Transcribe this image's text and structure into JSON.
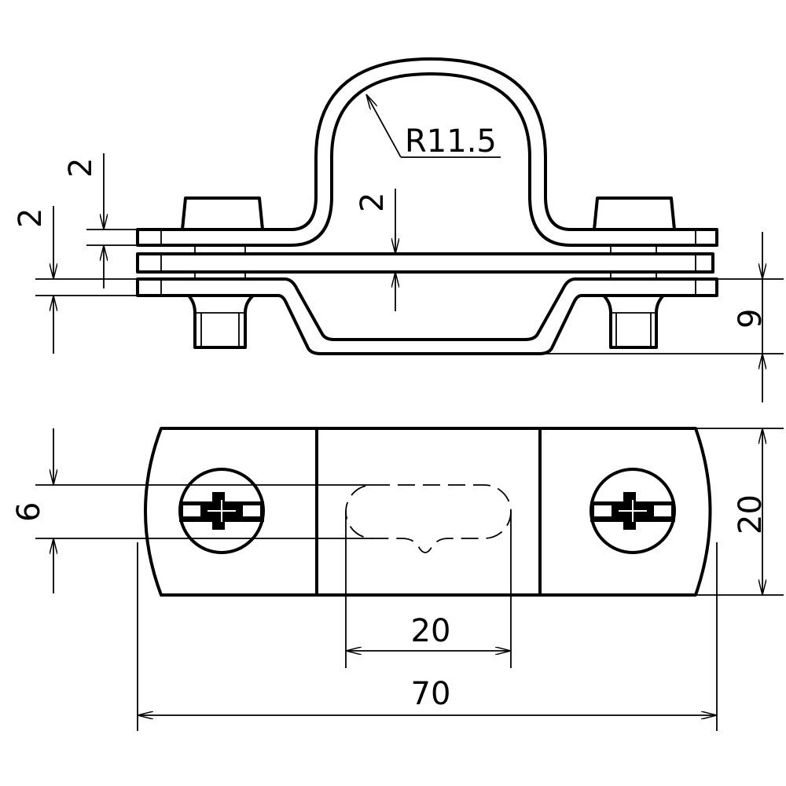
{
  "title": "Pipe clamp technical drawing",
  "colors": {
    "line": "#000000",
    "background": "#ffffff"
  },
  "top_view": {
    "radius_label": "R11.5",
    "dim_strap_thickness_left": "2",
    "dim_strap_thickness_upper": "2",
    "dim_plate_gap_center": "2",
    "dim_height_right": "9"
  },
  "plan_view": {
    "dim_slot_width": "6",
    "dim_width_right": "20",
    "dim_slot_length": "20",
    "dim_total_length": "70"
  }
}
